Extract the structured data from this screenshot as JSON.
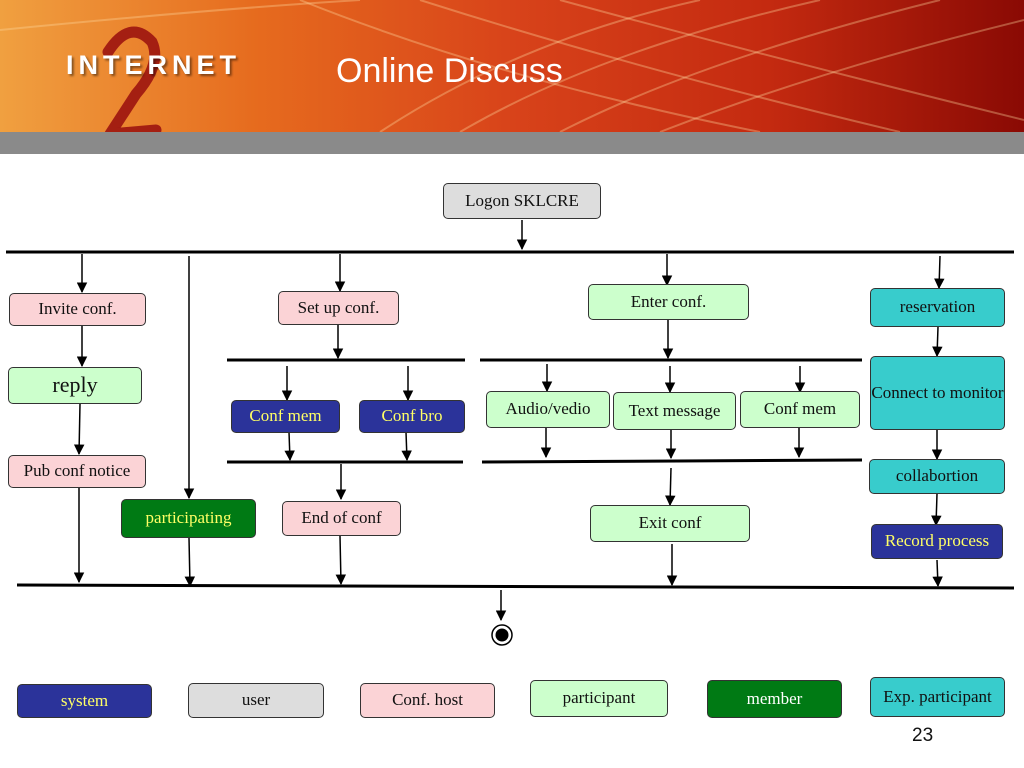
{
  "header": {
    "logo": "INTERNET",
    "title": "Online Discuss"
  },
  "diagram": {
    "start": "Logon SKLCRE",
    "column1": [
      "Invite conf.",
      "reply",
      "Pub conf notice"
    ],
    "column2": [
      "participating"
    ],
    "column3": [
      "Set up conf.",
      "Conf mem",
      "Conf bro",
      "End of conf"
    ],
    "column4": [
      "Enter conf.",
      "Audio/vedio",
      "Text message",
      "Conf mem",
      "Exit conf"
    ],
    "column5": [
      "reservation",
      "Connect to monitor",
      "collabortion",
      "Record process"
    ]
  },
  "legend": [
    "system",
    "user",
    "Conf. host",
    "participant",
    "member",
    "Exp. participant"
  ],
  "colors": {
    "system": "#2b339a",
    "user": "#dddddd",
    "conf_host": "#fbd3d6",
    "participant": "#ccffcc",
    "member": "#007a14",
    "exp_participant": "#38cccc"
  },
  "page_number": "23"
}
